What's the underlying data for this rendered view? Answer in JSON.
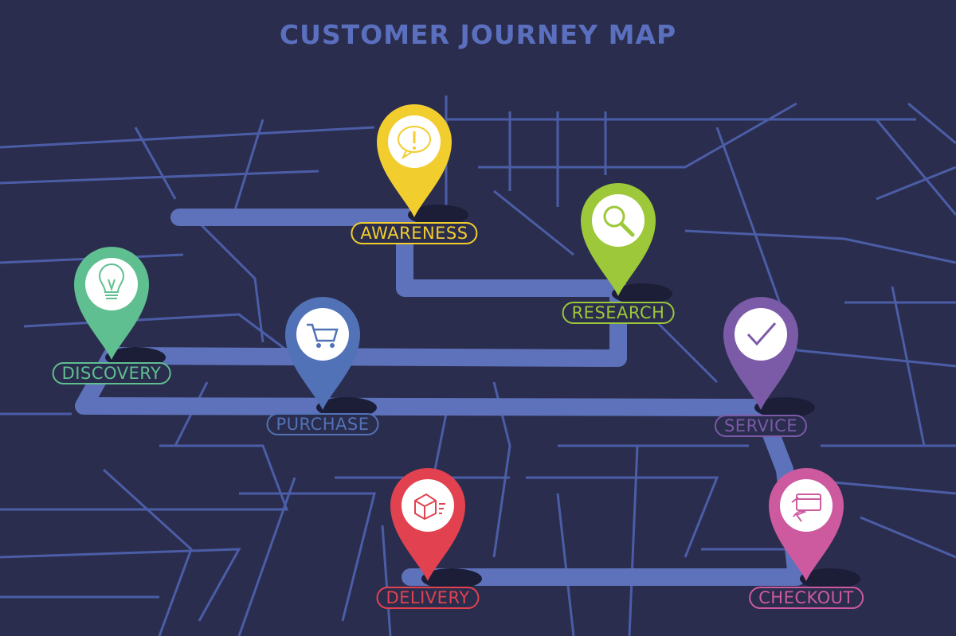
{
  "title": "CUSTOMER JOURNEY MAP",
  "colors": {
    "background": "#2a2d4d",
    "roads": "#4f63b0",
    "path": "#5e71bb",
    "title": "#5b6fbf"
  },
  "stages": [
    {
      "label": "AWARENESS",
      "color": "#f2cd2e",
      "icon": "speech-bubble-exclamation-icon"
    },
    {
      "label": "RESEARCH",
      "color": "#9cc83a",
      "icon": "magnifier-icon"
    },
    {
      "label": "DISCOVERY",
      "color": "#5fbf90",
      "icon": "light-bulb-icon"
    },
    {
      "label": "PURCHASE",
      "color": "#5272b8",
      "icon": "shopping-cart-icon"
    },
    {
      "label": "SERVICE",
      "color": "#7b5aa7",
      "icon": "checkmark-icon"
    },
    {
      "label": "DELIVERY",
      "color": "#e2424f",
      "icon": "package-icon"
    },
    {
      "label": "CHECKOUT",
      "color": "#cd5a9f",
      "icon": "credit-card-icon"
    }
  ]
}
